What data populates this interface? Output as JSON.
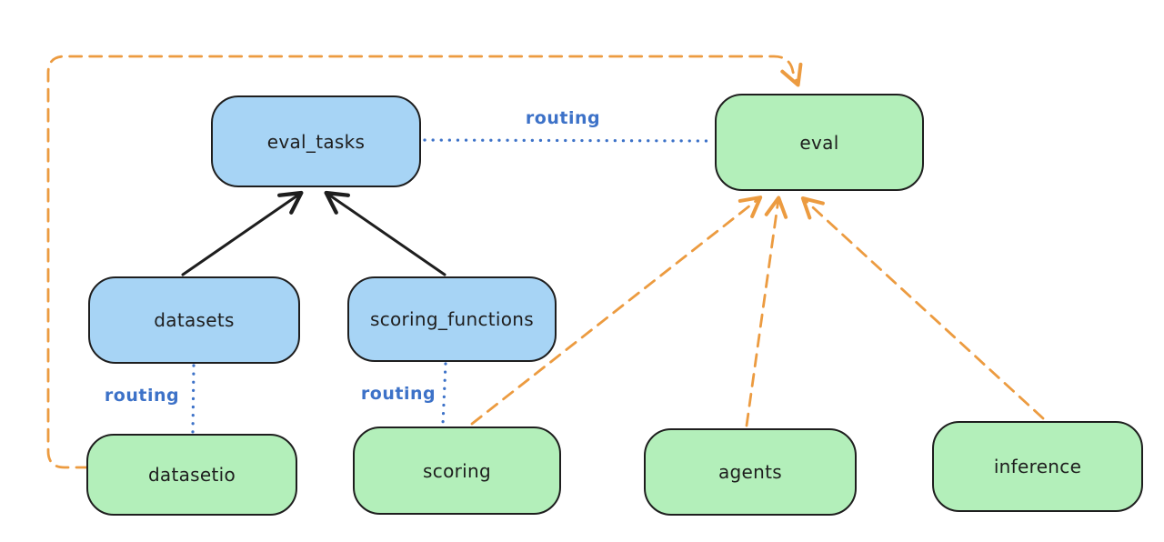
{
  "diagram": {
    "type": "architecture-diagram",
    "style": "hand-drawn",
    "background": "#ffffff",
    "colors": {
      "node_border": "#1e1e1e",
      "node_fill_blue": "#a7d4f5",
      "node_fill_green": "#b3efba",
      "solid_arrow_black": "#1e1e1e",
      "dashed_arrow_orange": "#ec9b40",
      "dotted_line_blue": "#3d72c8",
      "routing_label_blue": "#3d72c8",
      "node_text": "#1e1e1e"
    },
    "nodes": {
      "eval_tasks": {
        "label": "eval_tasks",
        "color": "blue"
      },
      "eval": {
        "label": "eval",
        "color": "green"
      },
      "datasets": {
        "label": "datasets",
        "color": "blue"
      },
      "scoring_functions": {
        "label": "scoring_functions",
        "color": "blue"
      },
      "datasetio": {
        "label": "datasetio",
        "color": "green"
      },
      "scoring": {
        "label": "scoring",
        "color": "green"
      },
      "agents": {
        "label": "agents",
        "color": "green"
      },
      "inference": {
        "label": "inference",
        "color": "green"
      }
    },
    "edges": [
      {
        "from": "datasets",
        "to": "eval_tasks",
        "style": "solid-black-arrow",
        "label": ""
      },
      {
        "from": "scoring_functions",
        "to": "eval_tasks",
        "style": "solid-black-arrow",
        "label": ""
      },
      {
        "from": "eval_tasks",
        "to": "eval",
        "style": "dotted-blue-line",
        "label": "routing"
      },
      {
        "from": "datasets",
        "to": "datasetio",
        "style": "dotted-blue-line",
        "label": "routing"
      },
      {
        "from": "scoring_functions",
        "to": "scoring",
        "style": "dotted-blue-line",
        "label": "routing"
      },
      {
        "from": "datasetio",
        "to": "eval",
        "style": "dashed-orange-arrow",
        "label": ""
      },
      {
        "from": "scoring",
        "to": "eval",
        "style": "dashed-orange-arrow",
        "label": ""
      },
      {
        "from": "agents",
        "to": "eval",
        "style": "dashed-orange-arrow",
        "label": ""
      },
      {
        "from": "inference",
        "to": "eval",
        "style": "dashed-orange-arrow",
        "label": ""
      }
    ]
  }
}
